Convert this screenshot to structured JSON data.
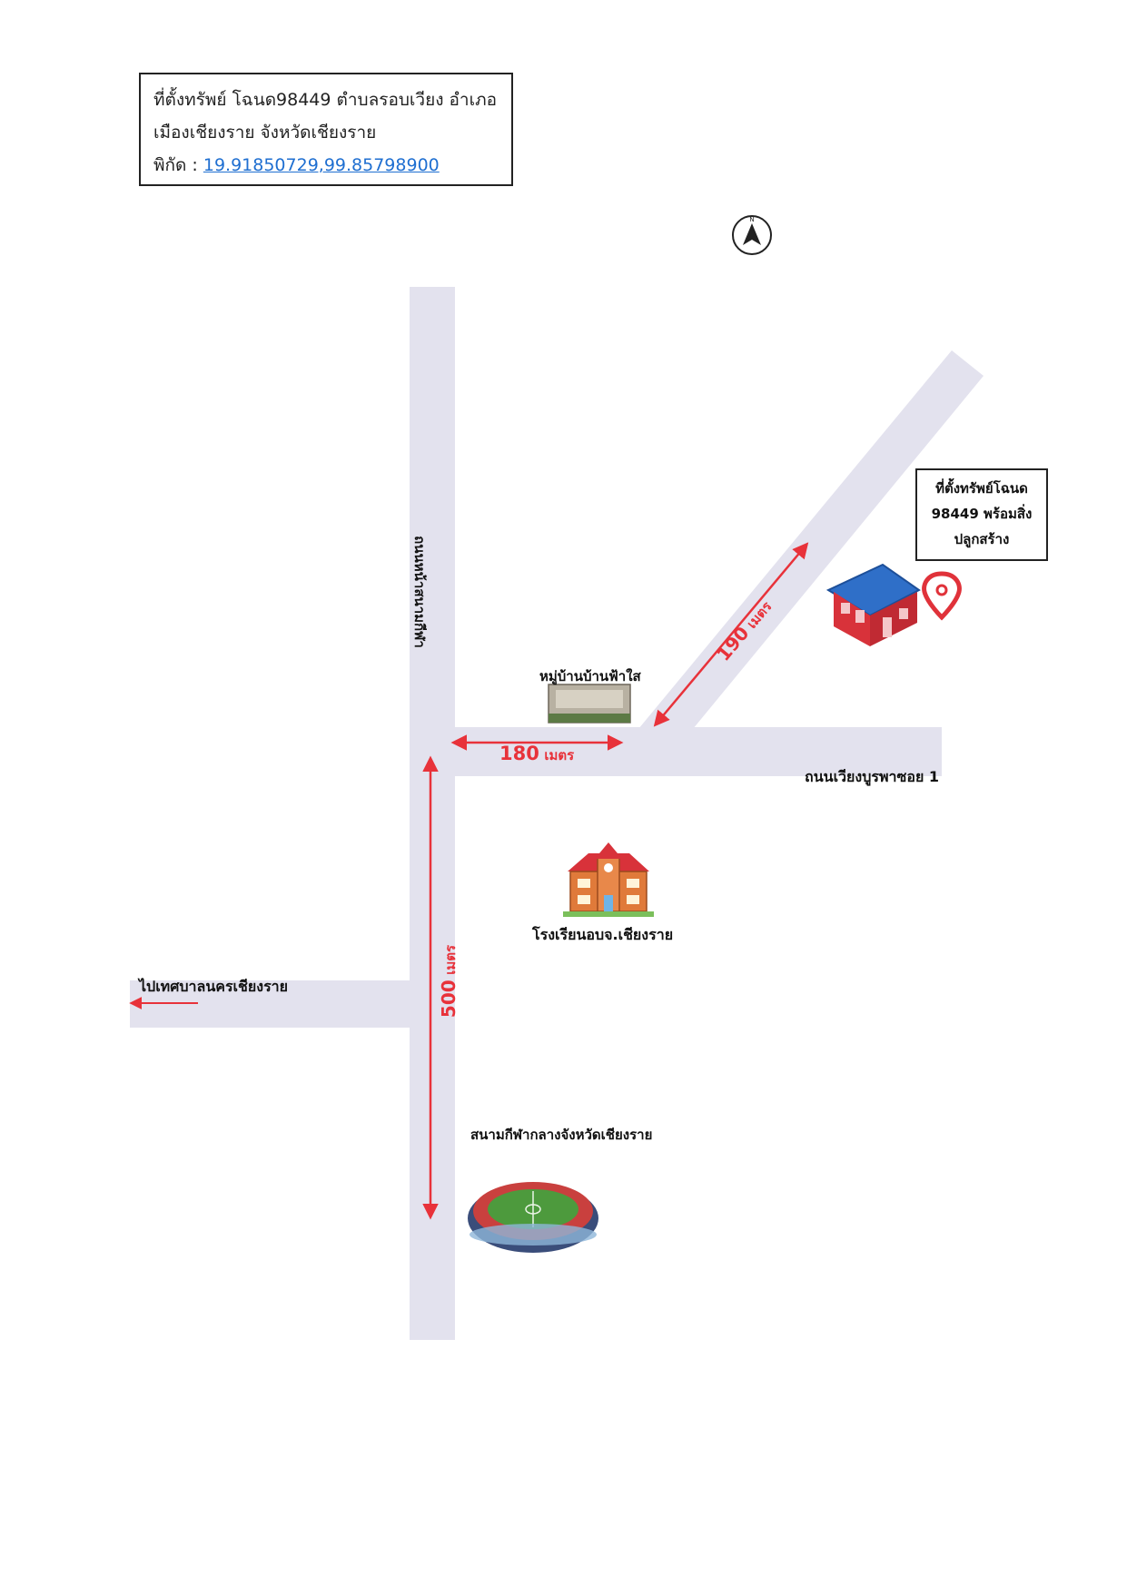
{
  "info": {
    "line1": "ที่ตั้งทรัพย์ โฉนด98449 ตำบลรอบเวียง อำเภอ",
    "line2": "เมืองเชียงราย จังหวัดเชียงราย",
    "coord_prefix": "พิกัด : ",
    "coord_link": "19.91850729,99.85798900"
  },
  "compass": {
    "letter": "N"
  },
  "property": {
    "line1": "ที่ตั้งทรัพย์โฉนด",
    "line2": "98449 พร้อมสิ่ง",
    "line3": "ปลูกสร้าง"
  },
  "roads": {
    "vertical": "ถนนหน้าสนามกีฬา",
    "horizontal": "ถนนเวียงบูรพาซอย 1",
    "left": "ไปเทศบาลนครเชียงราย"
  },
  "landmarks": {
    "village": "หมู่บ้านบ้านฟ้าใส",
    "school": "โรงเรียนอบจ.เชียงราย",
    "stadium": "สนามกีฬากลางจังหวัดเชียงราย"
  },
  "distances": {
    "d180": {
      "value": "180",
      "unit": "เมตร"
    },
    "d190": {
      "value": "190",
      "unit": "เมตร"
    },
    "d500": {
      "value": "500",
      "unit": "เมตร"
    }
  },
  "colors": {
    "road": "#e3e2ee",
    "arrow": "#e8323a",
    "link": "#1f6fd1",
    "roof": "#2f6fc8",
    "house": "#d8323a"
  },
  "icons": [
    "north-arrow-icon",
    "house-icon",
    "location-pin-icon",
    "village-sign-icon",
    "school-icon",
    "stadium-icon"
  ]
}
